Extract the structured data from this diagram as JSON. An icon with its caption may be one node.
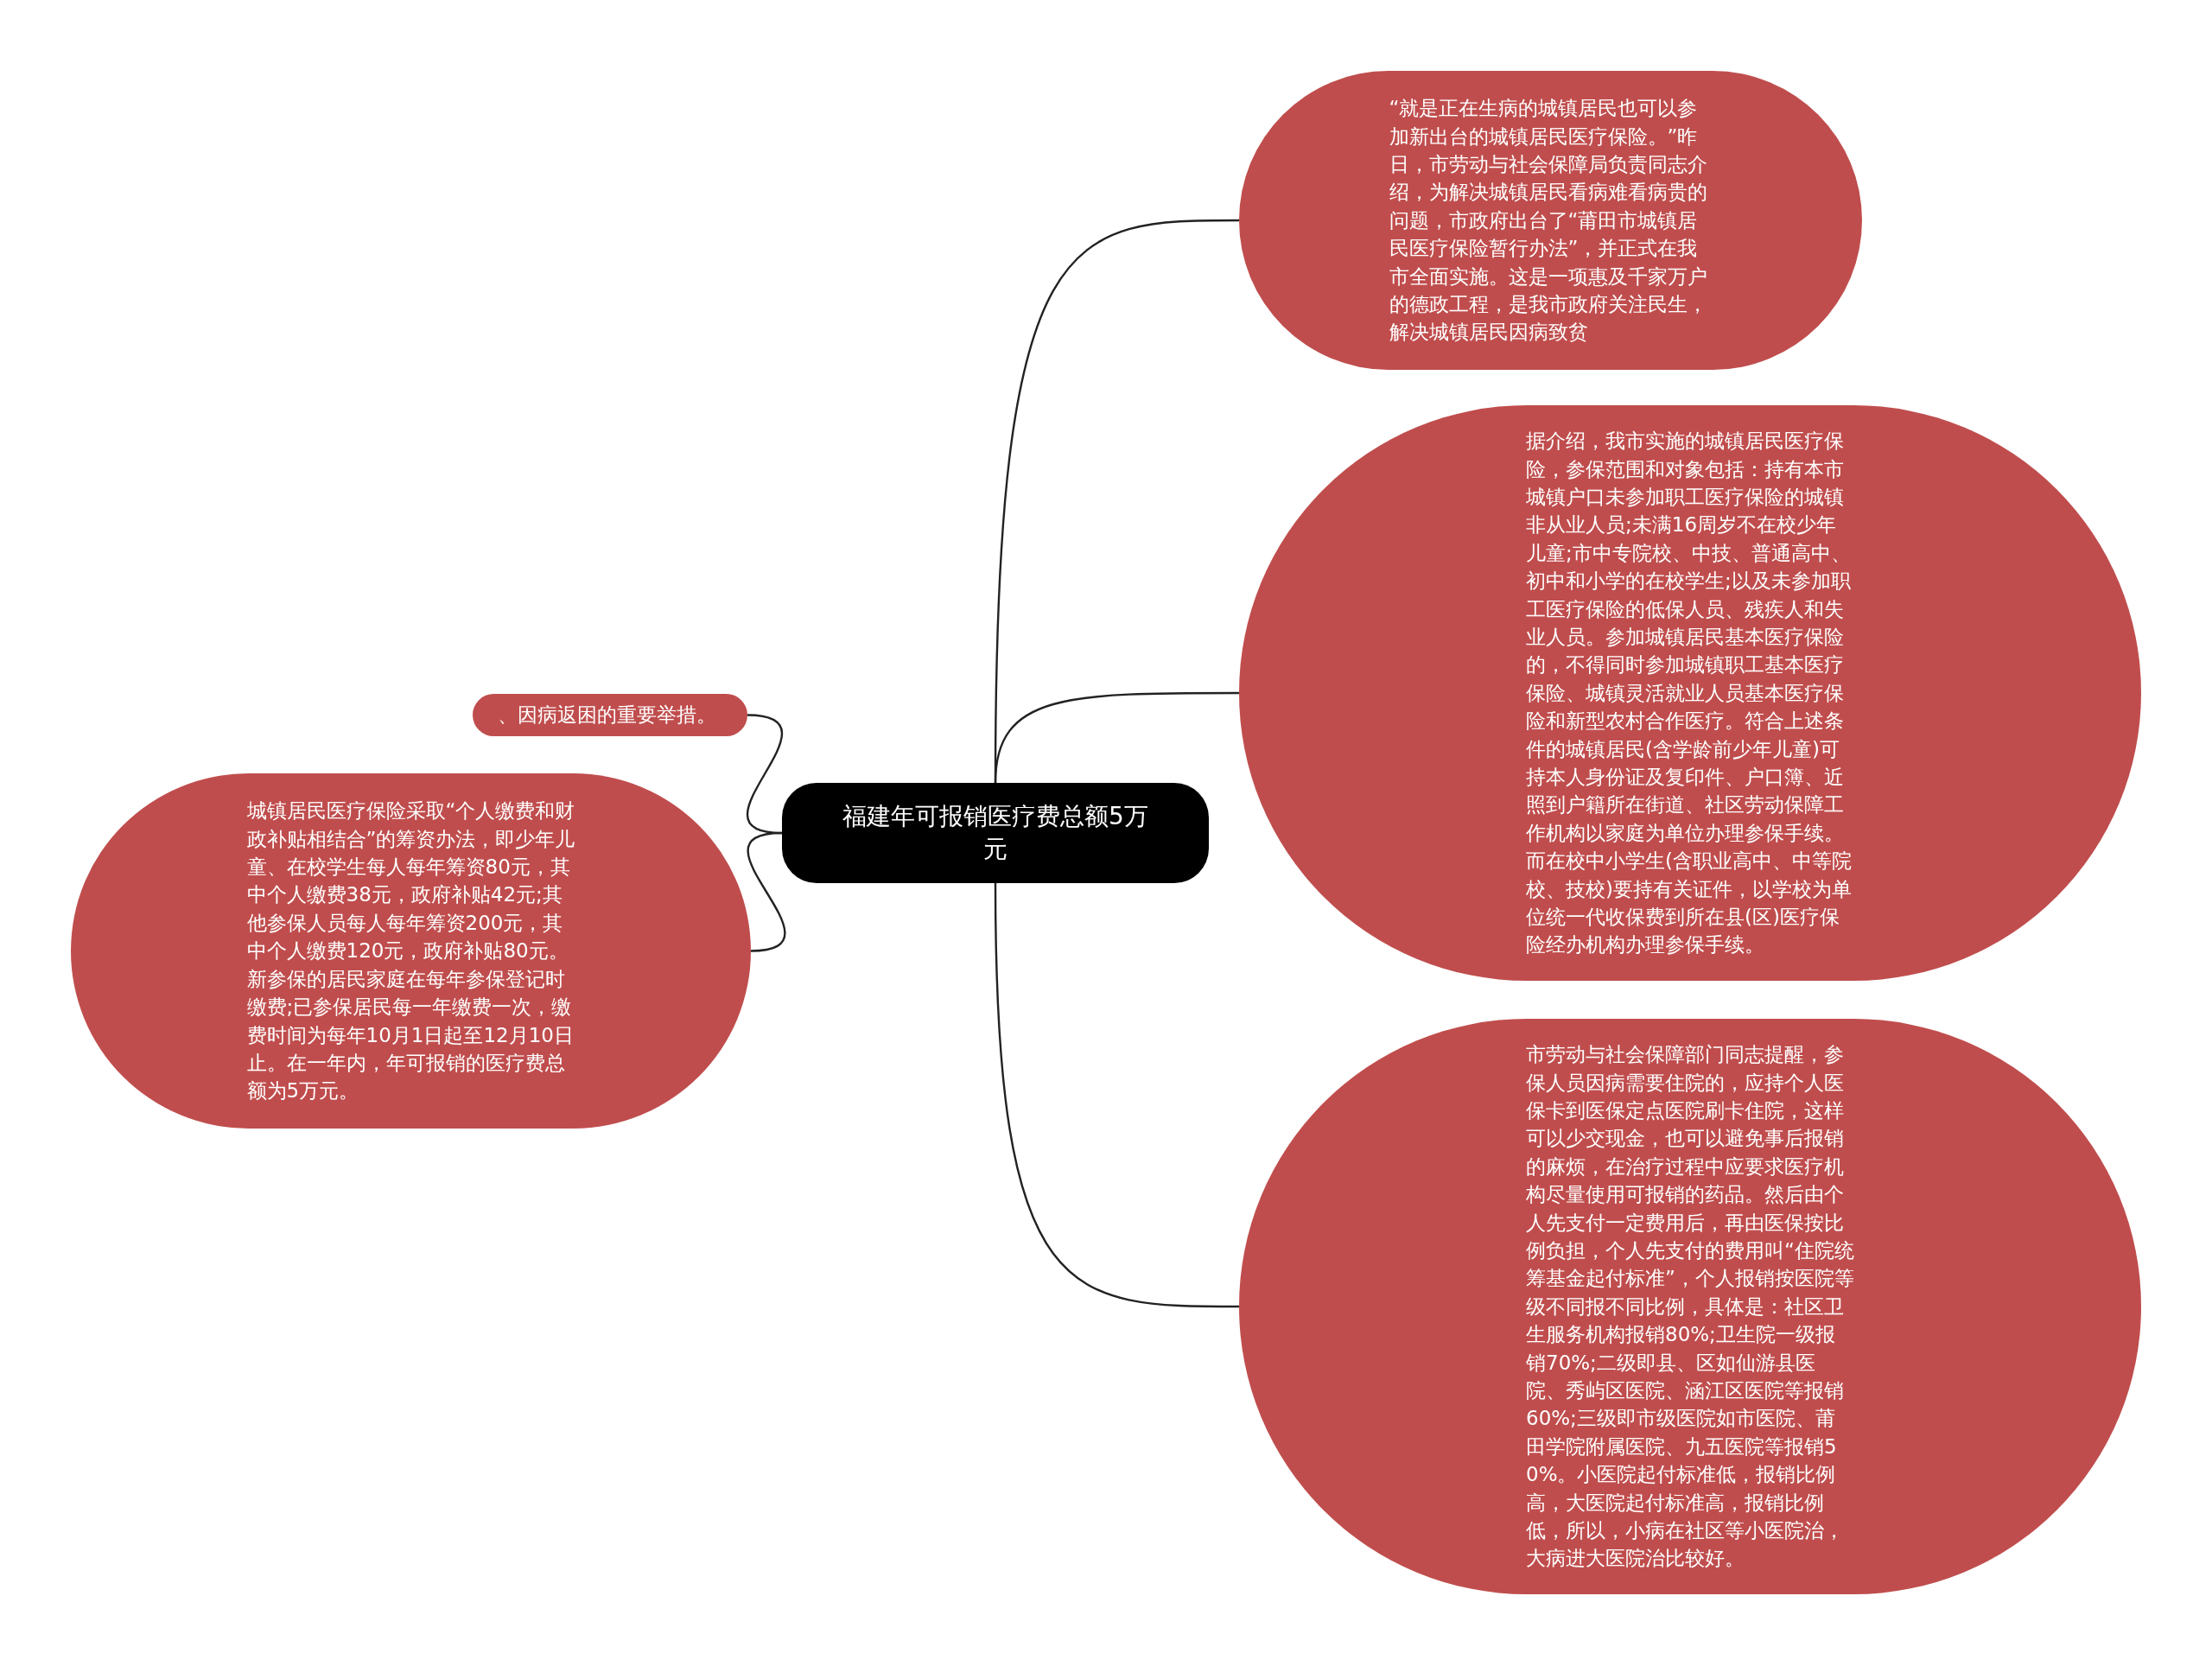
{
  "diagram": {
    "nodes": [
      {
        "text": [
          "福建年可报销医疗费总额5万元"
        ]
      },
      {
        "text": [
          "“就是正在生病的城镇居民也可以参加新出台的城镇居民医疗保险。”昨日，市劳动与社会保障局负责同志介绍，为解决城镇居民看病难看病贵的问题，市政府出台了“莆田市城镇居民医疗保险暂行办法”，并正式在我市全面实施。这是一项惠及千家万户的德政工程，是我市政府关注民生，解决城镇居民因病致贫"
        ]
      },
      {
        "text": [
          "据介绍，我市实施的城镇居民医疗保险，参保范围和对象包括：持有本市城镇户口未参加职工医疗保险的城镇非从业人员;未满16周岁不在校少年儿童;市中专院校、中技、普通高中、初中和小学的在校学生;以及未参加职工医疗保险的低保人员、残疾人和失业人员。参加城镇居民基本医疗保险的，不得同时参加城镇职工基本医疗保险、城镇灵活就业人员基本医疗保险和新型农村合作医疗。符合上述条件的城镇居民(含学龄前少年儿童)可持本人身份证及复印件、户口簿、近照到户籍所在街道、社区劳动保障工作机构以家庭为单位办理参保手续。而在校中小学生(含职业高中、中等院校、技校)要持有关证件，以学校为单位统一代收保费到所在县(区)医疗保险经办机构办理参保手续。"
        ]
      },
      {
        "text": [
          "市劳动与社会保障部门同志提醒，参保人员因病需要住院的，应持个人医保卡到医保定点医院刷卡住院，这样可以少交现金，也可以避免事后报销的麻烦，在治疗过程中应要求医疗机构尽量使用可报销的药品。然后由个人先支付一定费用后，再由医保按比例负担，个人先支付的费用叫“住院统筹基金起付标准”，个人报销按医院等级不同报不同比例，具体是：社区卫生服务机构报销80%;卫生院一级报销70%;二级即县、区如仙游县医院、秀屿区医院、涵江区医院等报销60%;三级即市级医院如市医院、莆田学院附属医院、九五医院等报销50%。小医院起付标准低，报销比例高，大医院起付标准高，报销比例低，所以，小病在社区等小医院治，大病进大医院治比较好。"
        ]
      },
      {
        "text": [
          "、因病返困的重要举措。"
        ]
      },
      {
        "text": [
          "城镇居民医疗保险采取“个人缴费和财政补贴相结合”的筹资办法，即少年儿童、在校学生每人每年筹资80元，其中个人缴费38元，政府补贴42元;其他参保人员每人每年筹资200元，其中个人缴费120元，政府补贴80元。新参保的居民家庭在每年参保登记时缴费;已参保居民每一年缴费一次，缴费时间为每年10月1日起至12月10日止。在一年内，年可报销的医疗费总额为5万元。"
        ]
      }
    ],
    "edges": [
      {
        "from": 0,
        "to": 1,
        "arrow": "none"
      },
      {
        "from": 0,
        "to": 2,
        "arrow": "none"
      },
      {
        "from": 0,
        "to": 3,
        "arrow": "none"
      },
      {
        "from": 0,
        "to": 4,
        "arrow": "none"
      },
      {
        "from": 0,
        "to": 5,
        "arrow": "none"
      }
    ]
  }
}
